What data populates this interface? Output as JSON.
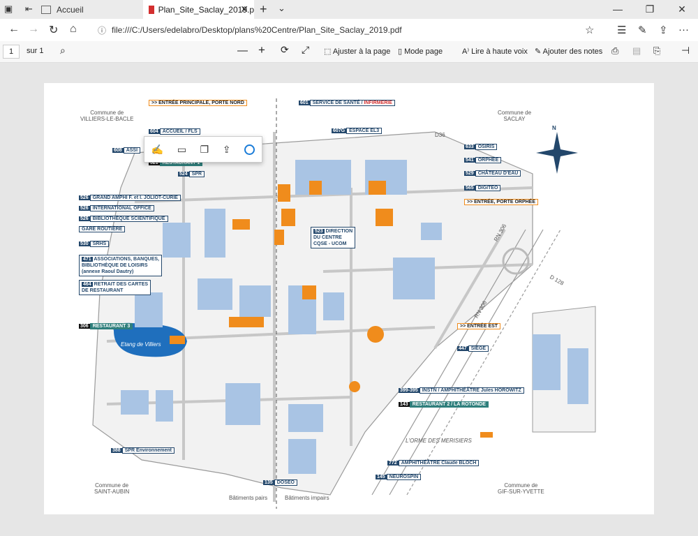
{
  "browser": {
    "tabs": [
      {
        "label": "Accueil",
        "active": false
      },
      {
        "label": "Plan_Site_Saclay_2019.p",
        "active": true
      }
    ],
    "url": "file:///C:/Users/edelabro/Desktop/plans%20Centre/Plan_Site_Saclay_2019.pdf"
  },
  "pdf_toolbar": {
    "page_number": "1",
    "page_of": "sur 1",
    "fit_page": "Ajuster à la page",
    "page_mode": "Mode page",
    "read_aloud": "Lire à haute voix",
    "add_notes": "Ajouter des notes"
  },
  "map": {
    "communes": {
      "villiers_line1": "Commune de",
      "villiers_line2": "VILLIERS-LE-BACLE",
      "saclay_line1": "Commune de",
      "saclay_line2": "SACLAY",
      "saint_aubin_line1": "Commune de",
      "saint_aubin_line2": "SAINT-AUBIN",
      "gif_line1": "Commune de",
      "gif_line2": "GIF-SUR-YVETTE"
    },
    "compass": "N",
    "roads": {
      "d36": "D36",
      "rn306": "RN 306",
      "rn306b": "RN 306",
      "d128": "D 128",
      "orme": "L'ORME DES MERISIERS"
    },
    "bottom": {
      "pairs": "Bâtiments pairs",
      "impairs": "Bâtiments impairs"
    },
    "etang": "Etang de Villiers",
    "labels": {
      "l1_text": ">> ENTRÉE PRINCIPALE, PORTE NORD",
      "l2_num": "601",
      "l2_text": "SERVICE DE SANTÉ / ",
      "l2_red": "INFIRMERIE",
      "l3_num": "604",
      "l3_text": "ACCUEIL / FLS",
      "l4_num": "608",
      "l4_text": "ASSI",
      "l5_num": "521",
      "l5_text": "RESTAURANT 1",
      "l6_num": "524",
      "l6_text": "SPR",
      "l7_num": "607G",
      "l7_text": "ESPACE EL3",
      "l8_num": "633",
      "l8_text": "OSIRIS",
      "l9_num": "541",
      "l9_text": "ORPHÉE",
      "l10_num": "529",
      "l10_text": "CHÂTEAU D'EAU",
      "l11_num": "565",
      "l11_text": "DIGITEO",
      "l12_text": ">> ENTRÉE, PORTE ORPHÉE",
      "l13_num": "526",
      "l13_text": "GRAND AMPHI F. et I. JOLIOT-CURIE",
      "l14_num": "526",
      "l14_text": "INTERNATIONAL OFFICE",
      "l15_num": "526",
      "l15_text": "BIBLIOTHÈQUE SCIENTIFIQUE",
      "l16_text": "GARE ROUTIÈRE",
      "l17_num": "523",
      "l17_line1": "DIRECTION",
      "l17_line2": "DU CENTRE",
      "l17_line3": "CQSE - UCOM",
      "l18_num": "530",
      "l18_text": "SRHS",
      "l19_num": "471",
      "l19_line1": "ASSOCIATIONS, BANQUES,",
      "l19_line2": "BIBLIOTHÈQUE DE LOISIRS",
      "l19_line3": "(annexe Raoul Dautry)",
      "l20_num": "464",
      "l20_line1": "RETRAIT DES CARTES",
      "l20_line2": "DE RESTAURANT",
      "l21_num": "306",
      "l21_text": "RESTAURANT 3",
      "l22_text": ">> ENTRÉE EST",
      "l23_num": "447",
      "l23_text": "SIÈGE",
      "l24_num": "399-395",
      "l24_text": "INSTN / AMPHITHÉÂTRE Jules HOROWITZ",
      "l25_num": "143",
      "l25_text": "RESTAURANT 2 / LA ROTONDE",
      "l26_num": "388",
      "l26_text": "SPR Environnement",
      "l27_num": "772",
      "l27_text": "AMPHITHÉÂTRE Claude BLOCH",
      "l28_num": "145",
      "l28_text": "NEUROSPIN",
      "l29_num": "135",
      "l29_text": "DOSEO"
    }
  }
}
